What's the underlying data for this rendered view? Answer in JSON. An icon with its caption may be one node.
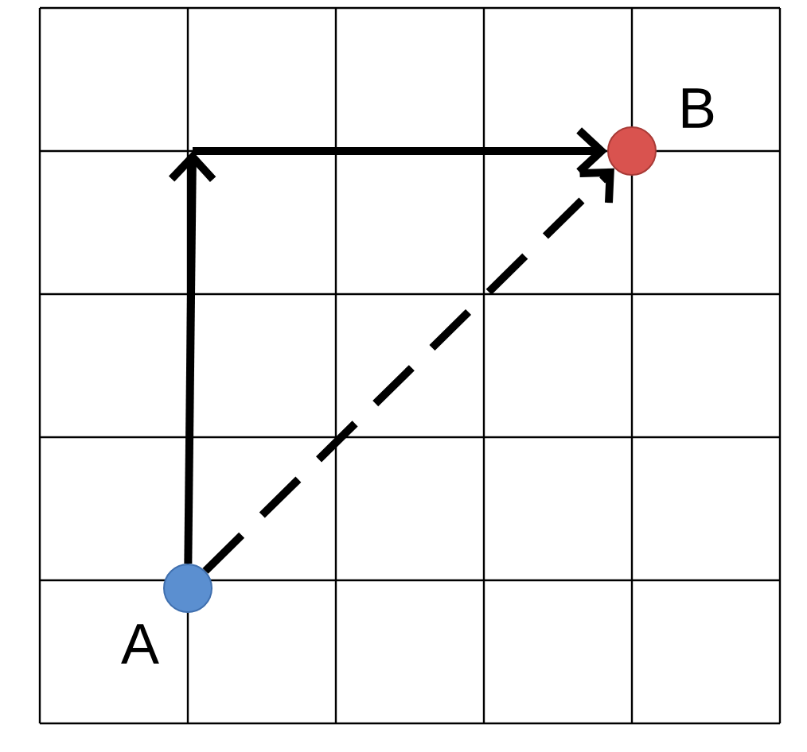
{
  "diagram": {
    "nodes": [
      {
        "text": [
          "A"
        ]
      },
      {
        "text": [
          "B"
        ]
      }
    ],
    "edges": [
      {
        "from": 0,
        "to": null,
        "arrow": "to"
      },
      {
        "from": null,
        "to": 1,
        "arrow": "to"
      },
      {
        "from": 0,
        "to": 1,
        "arrow": "to",
        "style": "dashed"
      }
    ]
  }
}
